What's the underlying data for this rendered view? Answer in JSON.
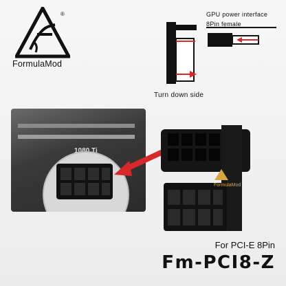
{
  "brand": {
    "name": "FormulaMod",
    "registered": "®",
    "logo_icon": "formulamod-logo-icon"
  },
  "interface": {
    "title": "GPU power interface",
    "subtitle": "8Pin female",
    "turn_label": "Turn down side"
  },
  "photo": {
    "gpu_mark": "1080 Ti"
  },
  "product": {
    "line": "For PCI-E 8Pin",
    "code": "Fm-PCI8-Z",
    "adapter_brand": "FormulaMod"
  },
  "colors": {
    "arrow_red": "#d7282c",
    "gold": "#d8a640",
    "black": "#111111"
  }
}
